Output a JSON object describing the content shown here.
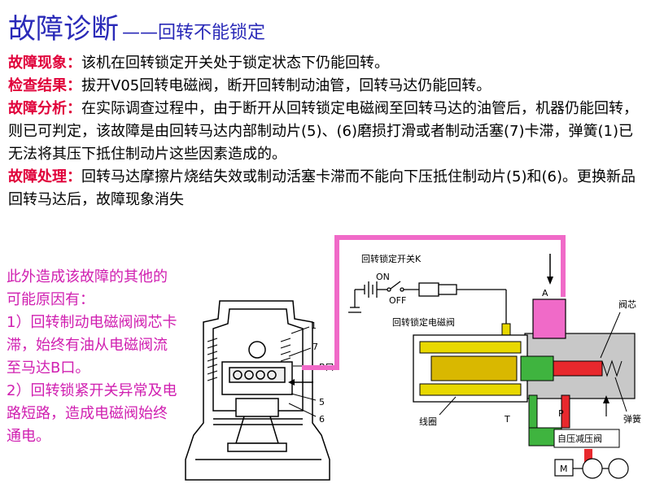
{
  "title": {
    "main": "故障诊断",
    "sub": "——回转不能锁定"
  },
  "sections": [
    {
      "label": "故障现象",
      "sep": "：",
      "text": "该机在回转锁定开关处于锁定状态下仍能回转。"
    },
    {
      "label": "检查结果",
      "sep": "：",
      "text": "拔开V05回转电磁阀，断开回转制动油管，回转马达仍能回转。"
    },
    {
      "label": "故障分析",
      "sep": "：",
      "text": "在实际调查过程中，由于断开从回转锁定电磁阀至回转马达的油管后，机器仍能回转，则已可判定，该故障是由回转马达内部制动片(5)、(6)磨损打滑或者制动活塞(7)卡滞，弹簧(1)已无法将其压下抵住制动片这些因素造成的。"
    },
    {
      "label": "故障处理",
      "sep": "：",
      "text": "回转马达摩擦片烧结失效或制动活塞卡滞而不能向下压抵住制动片(5)和(6)。更换新品回转马达后，故障现象消失"
    }
  ],
  "other_causes": {
    "intro": "此外造成该故障的其他的可能原因有：",
    "items": [
      "1）回转制动电磁阀阀芯卡滞，始终有油从电磁阀流至马达B口。",
      "2）回转锁紧开关异常及电路短路，造成电磁阀始终通电。"
    ]
  },
  "diagram": {
    "motor_labels": {
      "n1": "1",
      "n7": "7",
      "portB": "B口",
      "n5": "5",
      "n6": "6"
    },
    "switch_label": "回转锁定开关K",
    "on_label": "ON",
    "off_label": "OFF",
    "valve_label": "回转锁定电磁阀",
    "port_a": "A",
    "spool_label": "阀芯",
    "coil_label": "线圈",
    "port_t": "T",
    "port_p": "P",
    "spring_label": "弹簧",
    "reducing_valve_label": "自压减压阀",
    "motor_symbol": "M"
  },
  "colors": {
    "title": "#2a2ab8",
    "label_red": "#e0003a",
    "causes": "#d01fb0",
    "pipe_pink": "#f06ac8",
    "valve_yellow": "#e8d800",
    "valve_green": "#3fb43f",
    "valve_red": "#e8282d",
    "body_gray": "#c8c8c8"
  }
}
